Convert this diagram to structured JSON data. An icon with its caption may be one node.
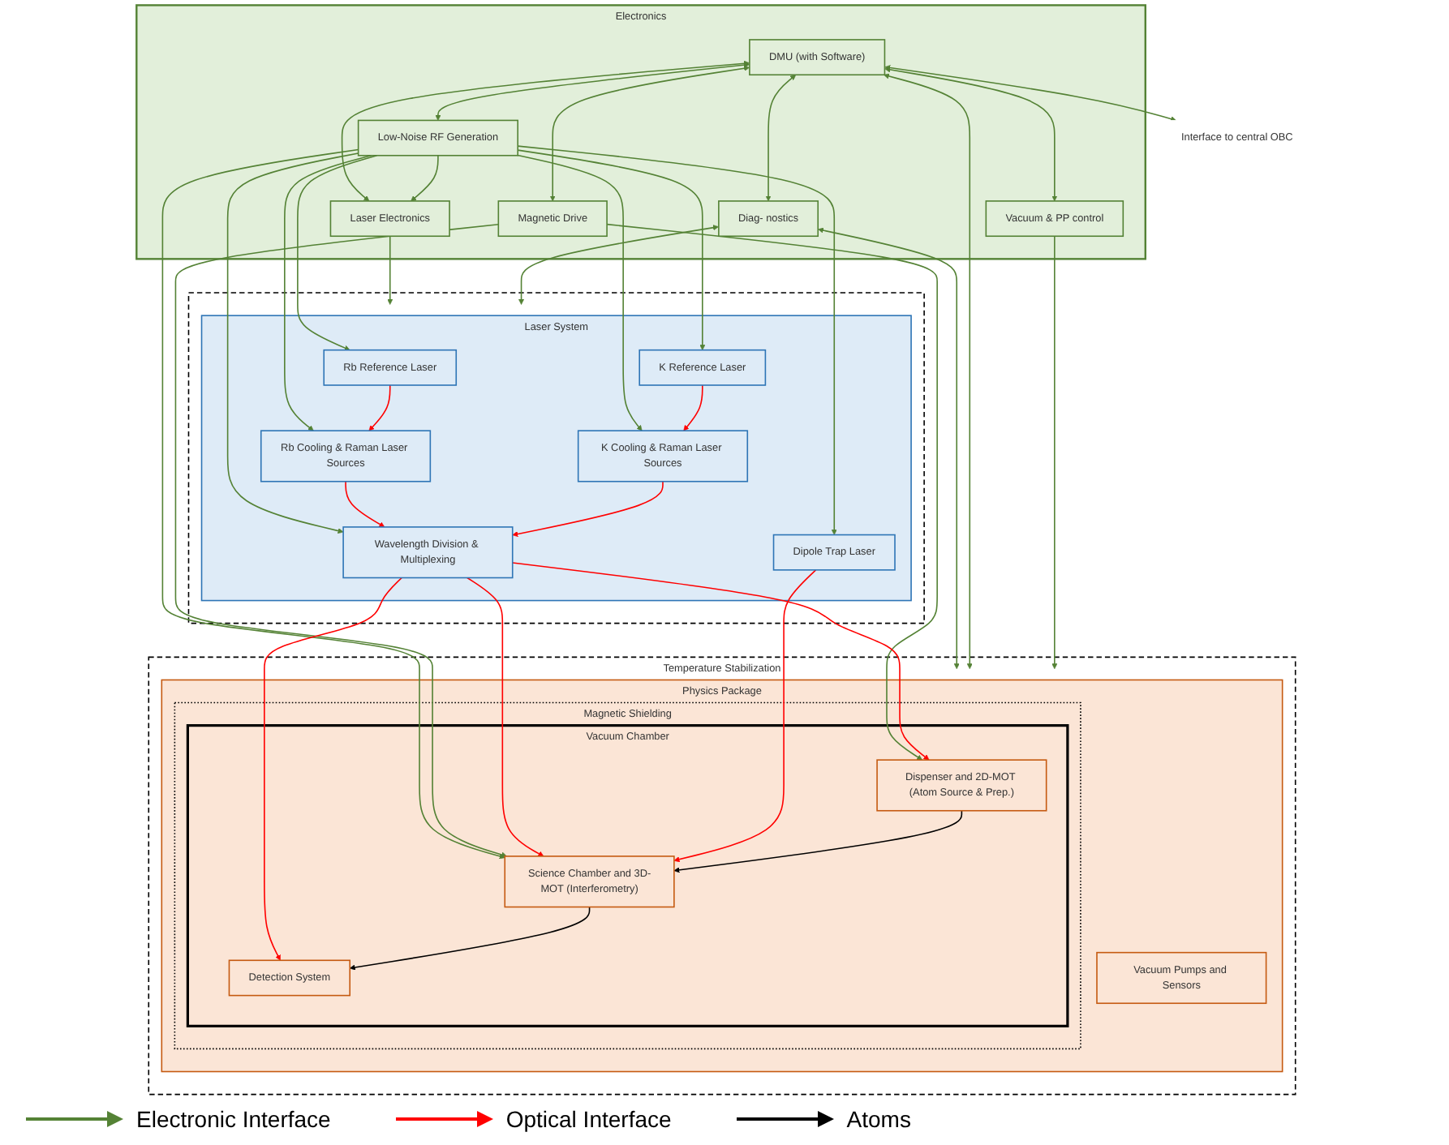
{
  "diagram": {
    "nodes": [
      {
        "text": [
          "Electronics"
        ]
      },
      {
        "text": [
          "Vacuum & PP control"
        ],
        "in": 0
      },
      {
        "text": [
          "Magnetic Drive"
        ],
        "in": 0
      },
      {
        "text": [
          "Low-Noise RF Generation"
        ],
        "in": 0
      },
      {
        "text": [
          "Laser Electronics"
        ],
        "in": 0
      },
      {
        "text": [
          "Diag- nostics"
        ],
        "in": 0
      },
      {
        "text": [
          "DMU (with Software)"
        ],
        "in": 0
      },
      {
        "text": [
          "Interface to central OBC"
        ]
      },
      {
        "text": [],
        "shape": "box"
      },
      {
        "text": [
          "Laser System"
        ],
        "in": 8
      },
      {
        "text": [
          "Rb Reference Laser"
        ],
        "in": 9
      },
      {
        "text": [
          "Rb Cooling & Raman Laser Sources"
        ],
        "in": 9
      },
      {
        "text": [
          "Wavelength Division & Multiplexing"
        ],
        "in": 9
      },
      {
        "text": [
          "K Reference Laser"
        ],
        "in": 9
      },
      {
        "text": [
          "K Cooling & Raman Laser Sources"
        ],
        "in": 9
      },
      {
        "text": [
          "Dipole Trap Laser"
        ],
        "in": 9
      },
      {
        "text": [
          "Temperature Stabilization"
        ]
      },
      {
        "text": [
          "Physics Package"
        ],
        "in": 16
      },
      {
        "text": [
          "Magnetic Shielding"
        ],
        "in": 17
      },
      {
        "text": [
          "Vacuum Chamber"
        ],
        "in": 18
      },
      {
        "text": [
          "Dispenser and 2D-MOT (Atom Source & Prep.)"
        ],
        "in": 19
      },
      {
        "text": [
          "Science Chamber and 3D-MOT (Interferometry)"
        ],
        "in": 19
      },
      {
        "text": [
          "Detection System"
        ],
        "in": 19
      },
      {
        "text": [
          "Vacuum Pumps and Sensors"
        ],
        "in": 17
      }
    ],
    "edges": [
      {
        "from": 6,
        "to": 1,
        "arrow": "both"
      },
      {
        "from": 6,
        "to": 2,
        "arrow": "both"
      },
      {
        "from": 6,
        "to": 3,
        "arrow": "both"
      },
      {
        "from": 6,
        "to": 4,
        "arrow": "both"
      },
      {
        "from": 6,
        "to": 5,
        "arrow": "both"
      },
      {
        "from": 6,
        "to": 7,
        "arrow": "both"
      },
      {
        "from": 3,
        "to": 4,
        "arrow": "to"
      },
      {
        "from": 4,
        "to": 9,
        "arrow": "to"
      },
      {
        "from": 5,
        "to": 9,
        "arrow": "both"
      },
      {
        "from": 3,
        "to": 10,
        "arrow": "to"
      },
      {
        "from": 3,
        "to": 11,
        "arrow": "to"
      },
      {
        "from": 3,
        "to": 12,
        "arrow": "to"
      },
      {
        "from": 3,
        "to": 13,
        "arrow": "to"
      },
      {
        "from": 3,
        "to": 14,
        "arrow": "to"
      },
      {
        "from": 3,
        "to": 15,
        "arrow": "to"
      },
      {
        "from": 3,
        "to": 21,
        "arrow": "to"
      },
      {
        "from": 5,
        "to": 17,
        "arrow": "both"
      },
      {
        "from": 6,
        "to": 17,
        "arrow": "both"
      },
      {
        "from": 1,
        "to": 17,
        "arrow": "to"
      },
      {
        "from": 2,
        "to": 20,
        "arrow": "to"
      },
      {
        "from": 2,
        "to": 21,
        "arrow": "to"
      },
      {
        "from": 10,
        "to": 11,
        "arrow": "to",
        "color": "#ff0000"
      },
      {
        "from": 13,
        "to": 14,
        "arrow": "to",
        "color": "#ff0000"
      },
      {
        "from": 11,
        "to": 12,
        "arrow": "to",
        "color": "#ff0000"
      },
      {
        "from": 14,
        "to": 12,
        "arrow": "to",
        "color": "#ff0000"
      },
      {
        "from": 12,
        "to": 20,
        "arrow": "to",
        "color": "#ff0000"
      },
      {
        "from": 12,
        "to": 21,
        "arrow": "to",
        "color": "#ff0000"
      },
      {
        "from": 12,
        "to": 22,
        "arrow": "to",
        "color": "#ff0000"
      },
      {
        "from": 15,
        "to": 21,
        "arrow": "to",
        "color": "#ff0000"
      },
      {
        "from": 20,
        "to": 21,
        "arrow": "to",
        "color": "#000000"
      },
      {
        "from": 21,
        "to": 22,
        "arrow": "to",
        "color": "#000000"
      }
    ],
    "legend": [
      {
        "text": "Electronic Interface"
      },
      {
        "text": "Optical Interface"
      },
      {
        "text": "Atoms"
      }
    ]
  }
}
